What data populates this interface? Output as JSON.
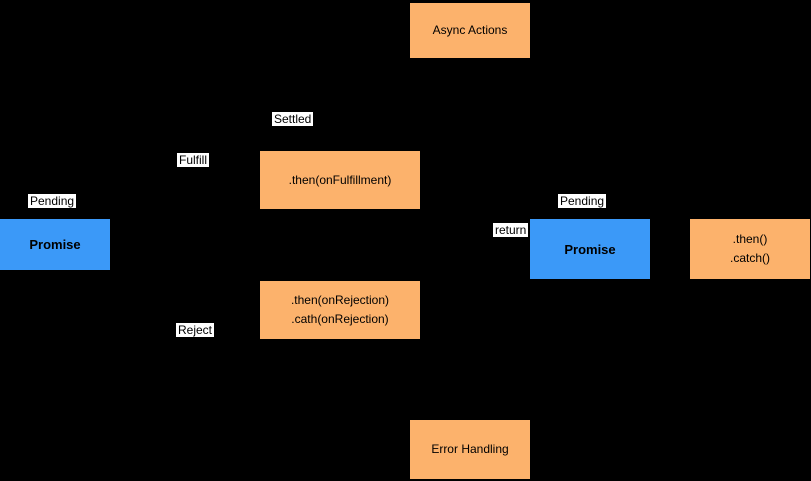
{
  "diagram": {
    "background": "#000000",
    "colors": {
      "action_fill": "#fcb26c",
      "promise_fill": "#3b99f8",
      "edge_label_bg": "#ffffff",
      "text": "#000000"
    },
    "nodes": {
      "async_actions": {
        "label": "Async Actions"
      },
      "promise_left": {
        "label": "Promise"
      },
      "then_fulfillment": {
        "label": ".then(onFulfillment)"
      },
      "then_rejection": {
        "line1": ".then(onRejection)",
        "line2": ".cath(onRejection)"
      },
      "promise_right": {
        "label": "Promise"
      },
      "then_catch": {
        "line1": ".then()",
        "line2": ".catch()"
      },
      "error_handling": {
        "label": "Error Handling"
      }
    },
    "edge_labels": {
      "pending_left": "Pending",
      "fulfill": "Fulfill",
      "settled": "Settled",
      "reject": "Reject",
      "return": "return",
      "pending_right": "Pending"
    }
  }
}
